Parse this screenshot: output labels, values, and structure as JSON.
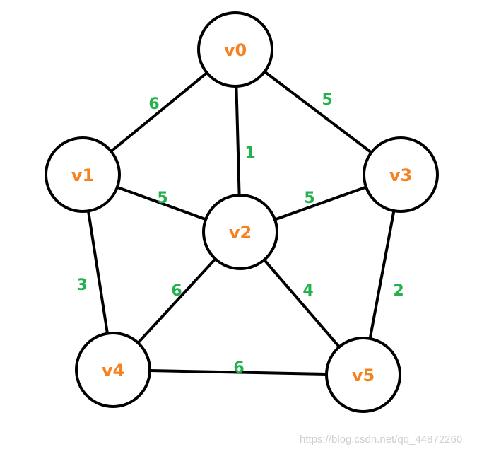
{
  "colors": {
    "node_label": "#f58220",
    "edge_weight": "#22b14c",
    "stroke": "#000000",
    "watermark": "#cfcfcf"
  },
  "nodes": [
    {
      "id": "v0",
      "label": "v0"
    },
    {
      "id": "v1",
      "label": "v1"
    },
    {
      "id": "v2",
      "label": "v2"
    },
    {
      "id": "v3",
      "label": "v3"
    },
    {
      "id": "v4",
      "label": "v4"
    },
    {
      "id": "v5",
      "label": "v5"
    }
  ],
  "edges": [
    {
      "from": "v0",
      "to": "v1",
      "weight": "6"
    },
    {
      "from": "v0",
      "to": "v2",
      "weight": "1"
    },
    {
      "from": "v0",
      "to": "v3",
      "weight": "5"
    },
    {
      "from": "v1",
      "to": "v2",
      "weight": "5"
    },
    {
      "from": "v2",
      "to": "v3",
      "weight": "5"
    },
    {
      "from": "v1",
      "to": "v4",
      "weight": "3"
    },
    {
      "from": "v2",
      "to": "v4",
      "weight": "6"
    },
    {
      "from": "v2",
      "to": "v5",
      "weight": "4"
    },
    {
      "from": "v3",
      "to": "v5",
      "weight": "2"
    },
    {
      "from": "v4",
      "to": "v5",
      "weight": "6"
    }
  ],
  "watermark": "https://blog.csdn.net/qq_44872260"
}
